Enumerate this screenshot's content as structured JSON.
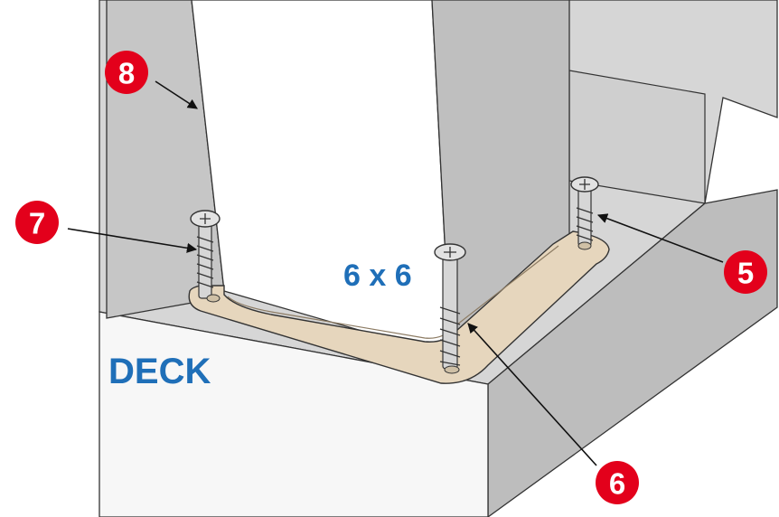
{
  "labels": {
    "post_size": "6 x 6",
    "deck": "DECK"
  },
  "callouts": [
    {
      "id": "5",
      "text": "5"
    },
    {
      "id": "6",
      "text": "6"
    },
    {
      "id": "7",
      "text": "7"
    },
    {
      "id": "8",
      "text": "8"
    }
  ],
  "colors": {
    "callout_red": "#e3001b",
    "label_blue": "#1f6fb8",
    "trim_plate": "#e6d6bd",
    "deck_surface": "#d2d2d2",
    "post_side": "#c4c4c4"
  }
}
